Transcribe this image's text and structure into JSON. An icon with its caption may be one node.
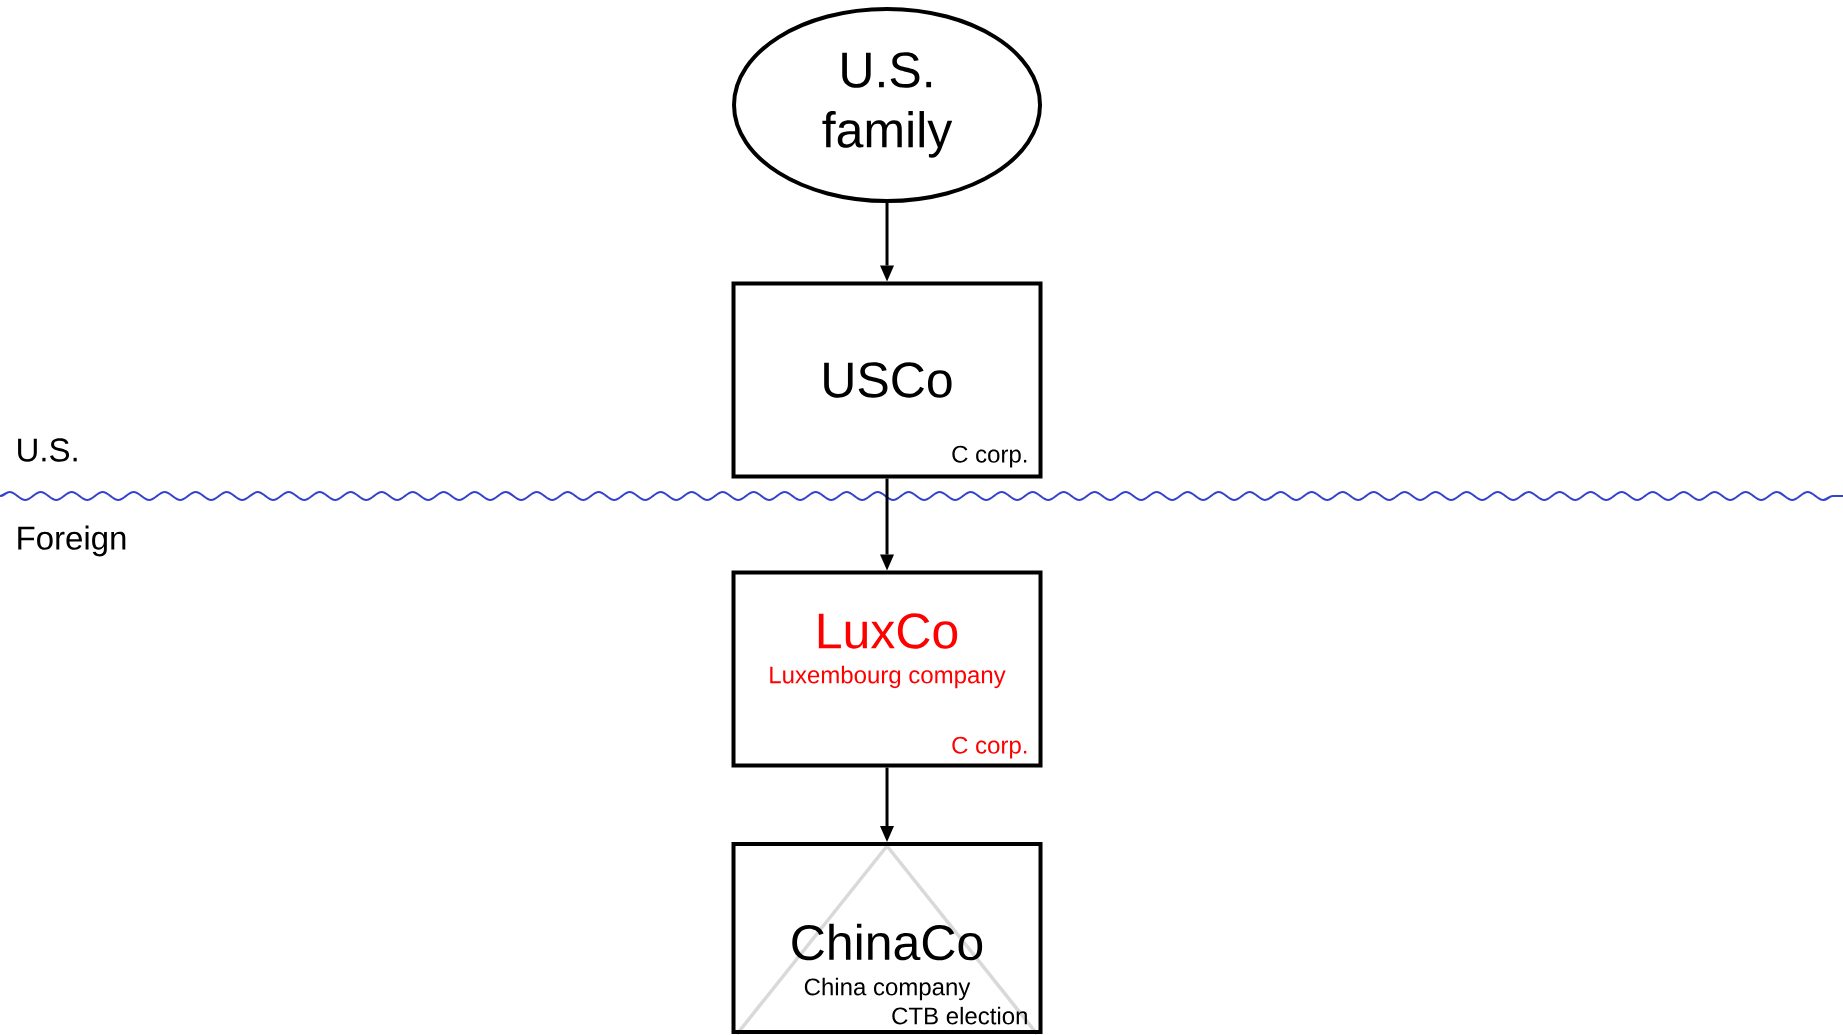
{
  "diagram": {
    "nodes": [
      {
        "text": [
          "U.S. family"
        ]
      },
      {
        "text": [
          "USCo",
          "C corp."
        ]
      },
      {
        "text": [
          "LuxCo",
          "Luxembourg company",
          "C corp."
        ]
      },
      {
        "text": [
          "ChinaCo",
          "China company",
          "CTB election"
        ]
      }
    ],
    "edges": [
      {
        "from": 0,
        "to": 1,
        "arrow": "to"
      },
      {
        "from": 1,
        "to": 2,
        "arrow": "to"
      },
      {
        "from": 2,
        "to": 3,
        "arrow": "to"
      }
    ],
    "labels": [
      "U.S.",
      "Foreign"
    ]
  }
}
